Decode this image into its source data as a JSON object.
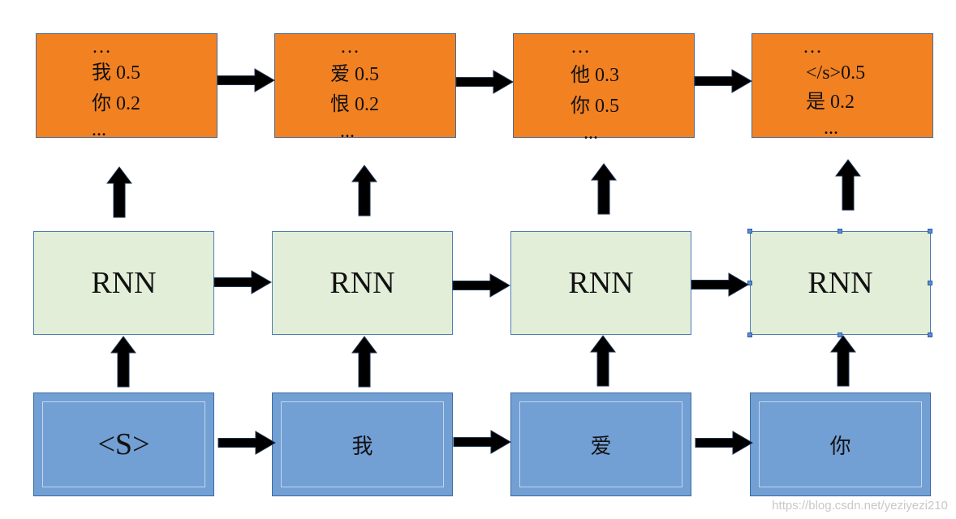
{
  "outputs": [
    {
      "lines": [
        "…",
        "我 0.5",
        "你 0.2",
        "..."
      ]
    },
    {
      "lines": [
        "…",
        "爱 0.5",
        "恨 0.2",
        "..."
      ]
    },
    {
      "lines": [
        "…",
        "他 0.3",
        "你 0.5",
        "..."
      ]
    },
    {
      "lines": [
        "…",
        "</s>0.5",
        "是 0.2",
        "..."
      ]
    }
  ],
  "rnn": [
    {
      "label": "RNN"
    },
    {
      "label": "RNN"
    },
    {
      "label": "RNN"
    },
    {
      "label": "RNN"
    }
  ],
  "inputs": [
    {
      "label": "<S>"
    },
    {
      "label": "我"
    },
    {
      "label": "爱"
    },
    {
      "label": "你"
    }
  ],
  "watermark": "https://blog.csdn.net/yeziyezi210",
  "colors": {
    "output_fill": "#f28122",
    "rnn_fill": "#e2eed8",
    "input_fill": "#729fd4",
    "arrow": "#000000"
  }
}
